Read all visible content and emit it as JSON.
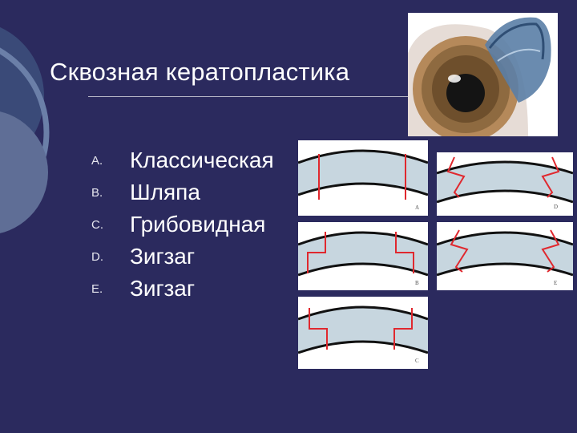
{
  "slide": {
    "title": "Сквозная кератопластика",
    "items": [
      {
        "letter": "A.",
        "text": "Классическая"
      },
      {
        "letter": "B.",
        "text": "Шляпа"
      },
      {
        "letter": "C.",
        "text": "Грибовидная"
      },
      {
        "letter": "D.",
        "text": "Зигзаг"
      },
      {
        "letter": "E.",
        "text": "Зигзаг"
      }
    ]
  },
  "figure": {
    "panel_labels": {
      "a": "A",
      "b": "B",
      "c": "C",
      "d": "D",
      "e": "E"
    }
  },
  "colors": {
    "background": "#2b2a5e",
    "incision": "#e0282e",
    "cornea_fill": "#c7d6df"
  }
}
